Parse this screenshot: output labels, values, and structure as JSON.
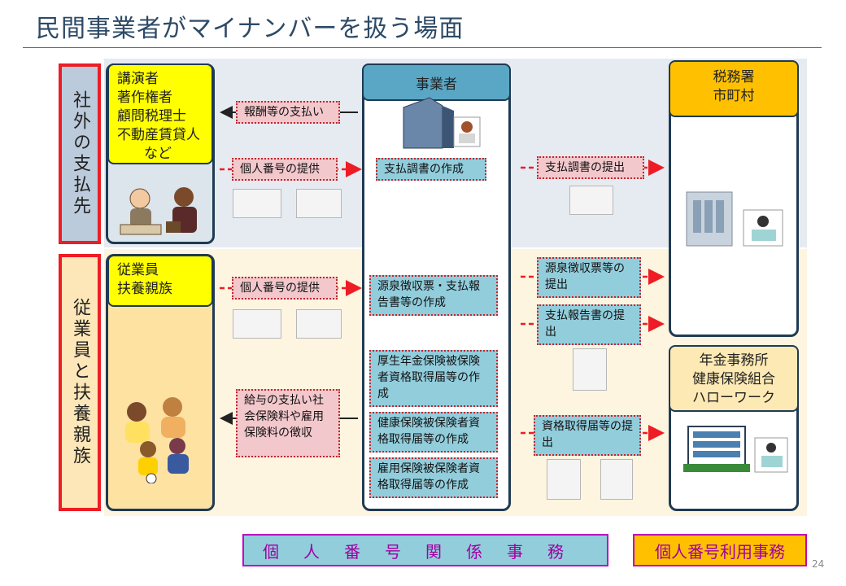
{
  "slide": {
    "title": "民間事業者がマイナンバーを扱う場面",
    "page_number": "24"
  },
  "side_labels": {
    "top": "社外の支払先",
    "bottom": "従業員と扶養親族"
  },
  "payees": {
    "lines": [
      "講演者",
      "著作権者",
      "顧問税理士",
      "不動産賃貸人",
      "　など"
    ]
  },
  "employees": {
    "lines": [
      "従業員",
      "扶養親族"
    ]
  },
  "business": {
    "label": "事業者"
  },
  "tax_office": {
    "lines": [
      "税務署",
      "市町村"
    ]
  },
  "pension_office": {
    "lines": [
      "年金事務所",
      "健康保険組合",
      "ハローワーク"
    ]
  },
  "flows": {
    "payment": "報酬等の支払い",
    "provide_number_top": "個人番号の提供",
    "create_payment_record": "支払調書の作成",
    "submit_payment_record": "支払調書の提出",
    "provide_number_bottom": "個人番号の提供",
    "create_withholding": "源泉徴収票・支払報告書等の作成",
    "submit_withholding": "源泉徴収票等の提出",
    "submit_payment_report": "支払報告書の提出",
    "salary": "給与の支払い社会保険料や雇用保険料の徴収",
    "pension_acquisition": "厚生年金保険被保険者資格取得届等の作成",
    "health_acquisition": "健康保険被保険者資格取得届等の作成",
    "employment_acquisition": "雇用保険被保険者資格取得届等の作成",
    "submit_acquisition": "資格取得届等の提出"
  },
  "footer": {
    "left": "個人番号関係事務",
    "right": "個人番号利用事務"
  },
  "colors": {
    "accent_red": "#ee1c24",
    "dark_border": "#1f3a54",
    "business_blue": "#5aa7c5",
    "tax_orange": "#ffc000",
    "yellow": "#ffff00"
  }
}
